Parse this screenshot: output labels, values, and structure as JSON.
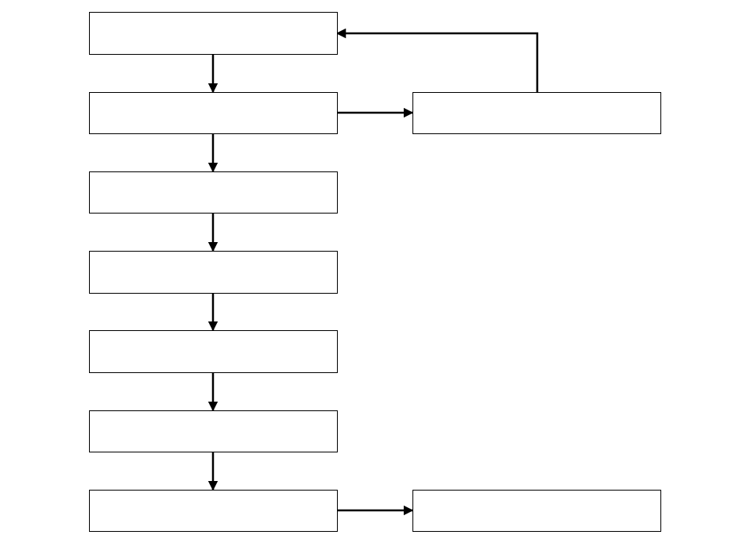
{
  "diagram": {
    "nodes": [
      {
        "id": "n1",
        "label": ""
      },
      {
        "id": "n2",
        "label": ""
      },
      {
        "id": "n3",
        "label": ""
      },
      {
        "id": "n4",
        "label": ""
      },
      {
        "id": "n5",
        "label": ""
      },
      {
        "id": "n6",
        "label": ""
      },
      {
        "id": "n7",
        "label": ""
      },
      {
        "id": "n8",
        "label": ""
      },
      {
        "id": "n9",
        "label": ""
      }
    ],
    "edges": [
      {
        "from": "n1",
        "to": "n2"
      },
      {
        "from": "n2",
        "to": "n3"
      },
      {
        "from": "n3",
        "to": "n4"
      },
      {
        "from": "n4",
        "to": "n5"
      },
      {
        "from": "n5",
        "to": "n6"
      },
      {
        "from": "n6",
        "to": "n7"
      },
      {
        "from": "n2",
        "to": "n8"
      },
      {
        "from": "n8",
        "to": "n1"
      },
      {
        "from": "n7",
        "to": "n9"
      }
    ]
  }
}
